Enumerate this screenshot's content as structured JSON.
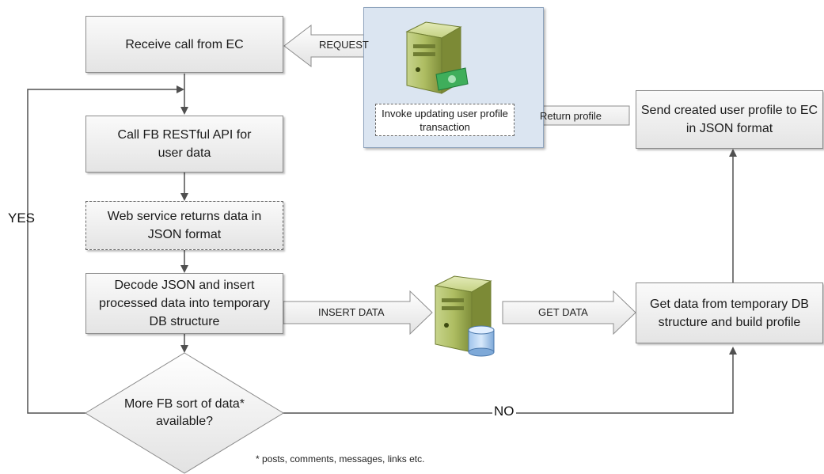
{
  "nodes": {
    "receive_call": "Receive call from EC",
    "call_api": "Call FB RESTful API for user data",
    "web_service_returns": "Web service returns data in JSON format",
    "decode_json": "Decode JSON and insert processed data into temporary DB structure",
    "more_data": "More FB sort of data* available?",
    "get_data": "Get data from temporary DB structure and build profile",
    "send_profile": "Send created user profile to EC in JSON format",
    "invoke_update": "Invoke updating user profile transaction"
  },
  "labels": {
    "request": "REQUEST",
    "return_profile": "Return profile",
    "insert_data": "INSERT DATA",
    "get_data": "GET DATA",
    "yes": "YES",
    "no": "NO"
  },
  "footnote": "* posts, comments, messages, links etc.",
  "icons": [
    "server-icon",
    "money-icon",
    "database-icon"
  ]
}
